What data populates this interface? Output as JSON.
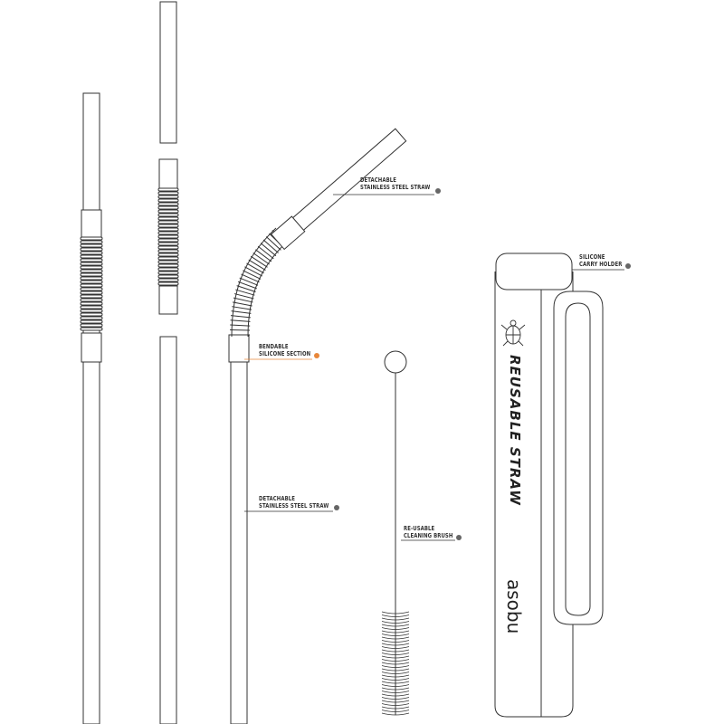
{
  "labels": {
    "top_straw": {
      "line1": "DETACHABLE",
      "line2": "STAINLESS STEEL STRAW"
    },
    "silicone": {
      "line1": "BENDABLE",
      "line2": "SILICONE SECTION"
    },
    "bottom_straw": {
      "line1": "DETACHABLE",
      "line2": "STAINLESS STEEL STRAW"
    },
    "brush": {
      "line1": "RE-USABLE",
      "line2": "CLEANING BRUSH"
    },
    "holder": {
      "line1": "SILICONE",
      "line2": "CARRY HOLDER"
    }
  },
  "holder_print": {
    "text": "REUSABLE STRAW",
    "brand": "asobu"
  },
  "colors": {
    "line": "#333333",
    "accent": "#e8873a",
    "dot": "#666666"
  }
}
